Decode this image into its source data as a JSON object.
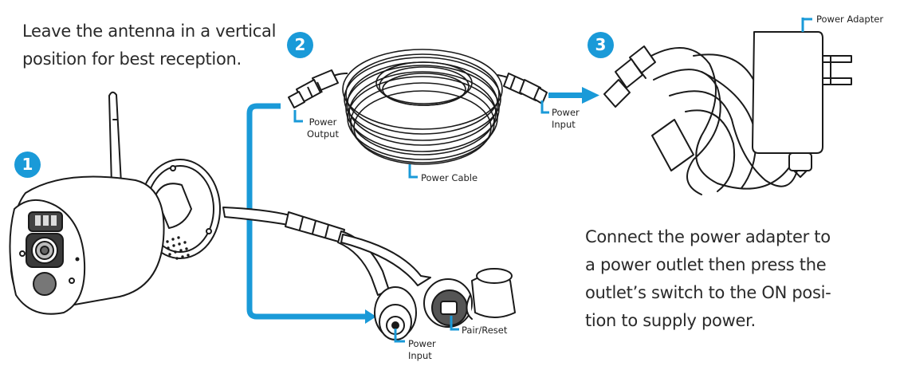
{
  "accent_color": "#1a9ad8",
  "line_color": "#1a1a1a",
  "instructions": {
    "antenna": [
      "Leave the antenna in a vertical",
      "position for best reception."
    ],
    "adapter": [
      "Connect the power adapter to",
      "a power outlet then press the",
      "outlet’s switch to the ON posi-",
      "tion to supply power."
    ]
  },
  "steps": [
    {
      "number": "1"
    },
    {
      "number": "2"
    },
    {
      "number": "3"
    }
  ],
  "labels": {
    "power_output": [
      "Power",
      "Output"
    ],
    "power_cable": "Power Cable",
    "power_input_cable": [
      "Power",
      "Input"
    ],
    "power_adapter": "Power Adapter",
    "power_input_camera": [
      "Power",
      "Input"
    ],
    "pair_reset": "Pair/Reset"
  },
  "icons": {
    "camera": "bullet-camera-illustration",
    "cable": "coiled-power-cable-illustration",
    "adapter": "power-adapter-illustration",
    "arrow": "arrow-icon"
  }
}
